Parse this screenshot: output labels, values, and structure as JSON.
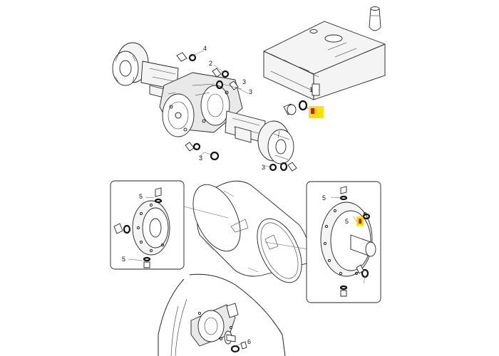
{
  "diagram": {
    "callouts": {
      "n1": "1",
      "n2": "2",
      "n3a": "3",
      "n3b": "3",
      "n3c": "3",
      "n3d": "3",
      "n4": "4",
      "n5a": "5",
      "n5b": "5",
      "n5c": "5",
      "n5d": "5",
      "n6": "6"
    },
    "colors": {
      "highlight": "#ffe000",
      "marker": "#cc1a1a"
    }
  }
}
